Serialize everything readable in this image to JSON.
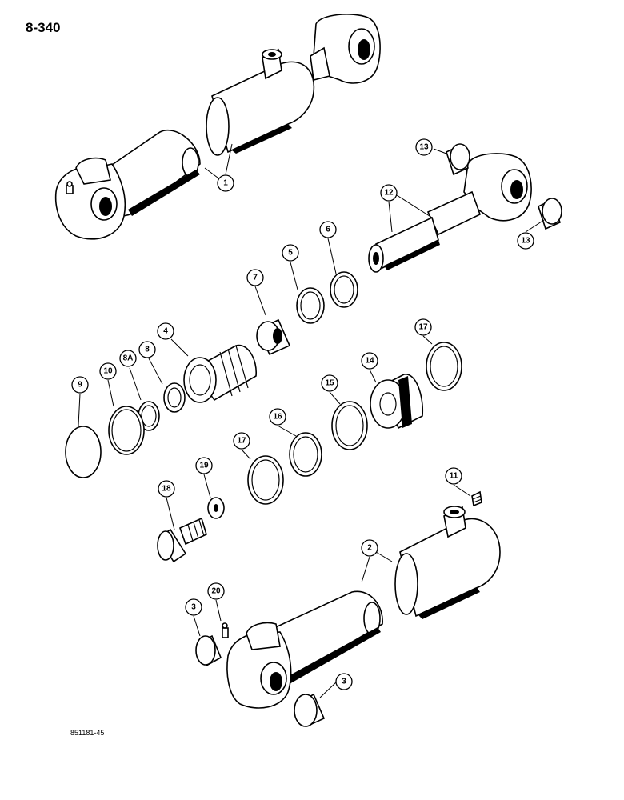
{
  "page": {
    "page_number": "8-340",
    "figure_code": "851181-45"
  },
  "callouts": [
    {
      "id": "c1",
      "label": "1"
    },
    {
      "id": "c2",
      "label": "2"
    },
    {
      "id": "c3a",
      "label": "3"
    },
    {
      "id": "c3b",
      "label": "3"
    },
    {
      "id": "c4",
      "label": "4"
    },
    {
      "id": "c5",
      "label": "5"
    },
    {
      "id": "c6",
      "label": "6"
    },
    {
      "id": "c7",
      "label": "7"
    },
    {
      "id": "c8",
      "label": "8"
    },
    {
      "id": "c8a",
      "label": "8A"
    },
    {
      "id": "c9",
      "label": "9"
    },
    {
      "id": "c10",
      "label": "10"
    },
    {
      "id": "c11",
      "label": "11"
    },
    {
      "id": "c12",
      "label": "12"
    },
    {
      "id": "c13a",
      "label": "13"
    },
    {
      "id": "c13b",
      "label": "13"
    },
    {
      "id": "c14",
      "label": "14"
    },
    {
      "id": "c15",
      "label": "15"
    },
    {
      "id": "c16",
      "label": "16"
    },
    {
      "id": "c17a",
      "label": "17"
    },
    {
      "id": "c17b",
      "label": "17"
    },
    {
      "id": "c18",
      "label": "18"
    },
    {
      "id": "c19",
      "label": "19"
    },
    {
      "id": "c20",
      "label": "20"
    }
  ]
}
